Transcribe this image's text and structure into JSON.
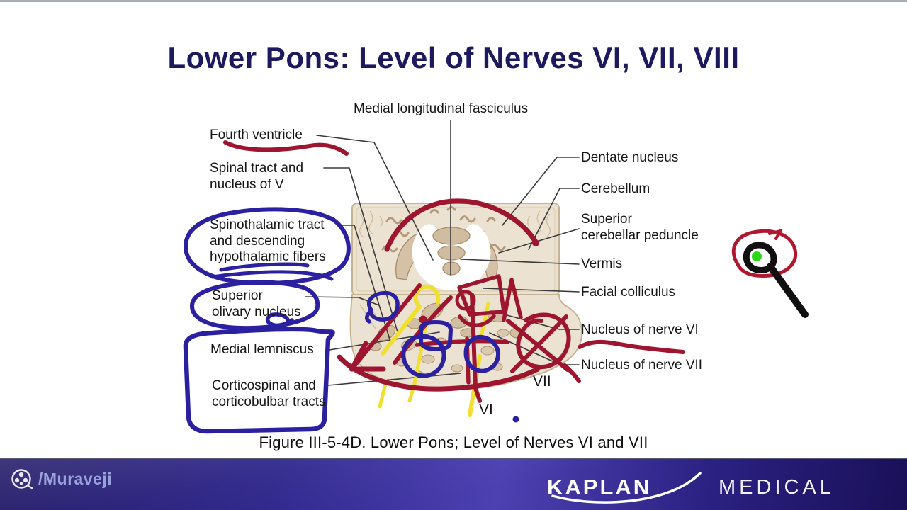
{
  "title": "Lower Pons: Level of Nerves VI, VII, VIII",
  "caption": "Figure III-5-4D. Lower Pons; Level of Nerves VI and VII",
  "labels": {
    "mlf": "Medial longitudinal fasciculus",
    "fourth_ventricle": "Fourth ventricle",
    "spinal_tract_1": "Spinal tract and",
    "spinal_tract_2": "nucleus of V",
    "spinothalamic_1": "Spinothalamic tract",
    "spinothalamic_2": "and descending",
    "spinothalamic_3": "hypothalamic fibers",
    "superior_olivary_1": "Superior",
    "superior_olivary_2": "olivary nucleus",
    "medial_lemniscus": "Medial lemniscus",
    "corticospinal_1": "Corticospinal and",
    "corticospinal_2": "corticobulbar tracts",
    "dentate_nucleus": "Dentate nucleus",
    "cerebellum": "Cerebellum",
    "scp_1": "Superior",
    "scp_2": "cerebellar peduncle",
    "vermis": "Vermis",
    "facial_colliculus": "Facial colliculus",
    "nucleus_vi": "Nucleus of nerve VI",
    "nucleus_vii": "Nucleus of nerve VII",
    "nerve_vii_mark": "VII",
    "nerve_vi_mark": "VI"
  },
  "footer": {
    "channel": "/Muraveji",
    "channel_icon": "film-reel",
    "brand_primary": "KAPLAN",
    "brand_secondary": "MEDICAL"
  },
  "colors": {
    "title_navy": "#1c1a5c",
    "annotation_red": "#9e1530",
    "annotation_blue": "#2b21a0",
    "annotation_yellow": "#f0df2e",
    "pointer_green": "#2ed618",
    "diagram_beige": "#ece2d2",
    "footer_purple": "#2f268c"
  }
}
